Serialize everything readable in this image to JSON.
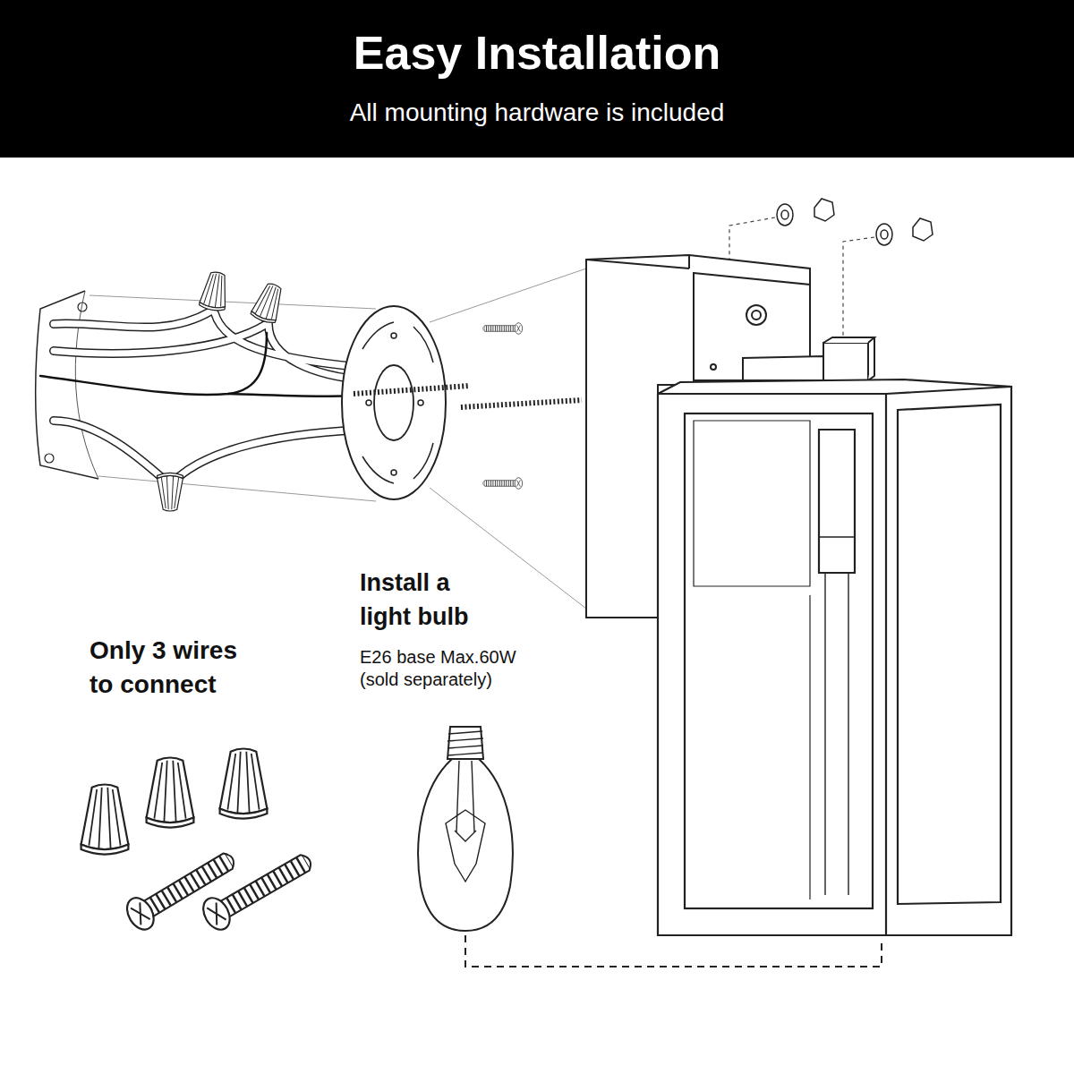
{
  "diagram": {
    "title": "Easy Installation",
    "labels": [
      "All mounting hardware is included",
      "Install a light bulb",
      "E26 base Max.60W (sold separately)",
      "Only 3 wires to connect"
    ]
  }
}
